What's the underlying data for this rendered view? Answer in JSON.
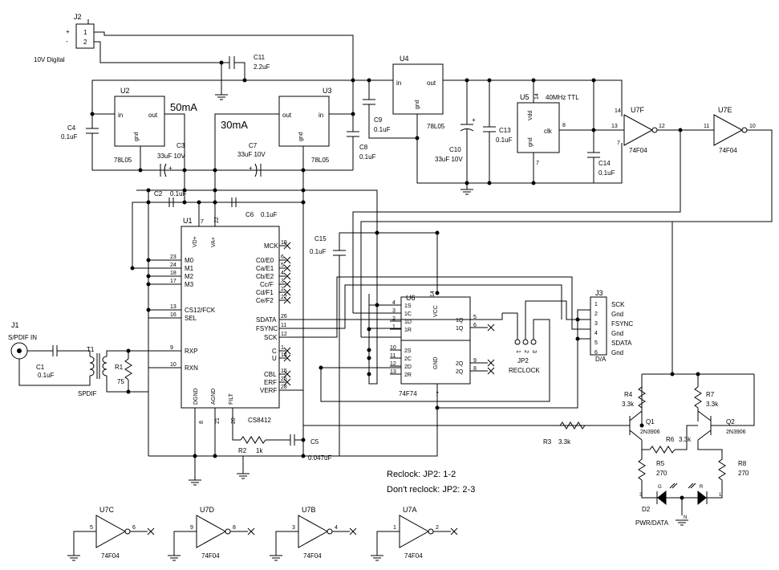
{
  "connectors": {
    "j1": {
      "ref": "J1",
      "label": "S/PDIF IN"
    },
    "j2": {
      "ref": "J2",
      "pins": [
        "1",
        "2"
      ],
      "polarity": [
        "+",
        "-"
      ],
      "label": "10V Digital"
    },
    "j3": {
      "ref": "J3",
      "label": "D/A",
      "pins": [
        "1",
        "2",
        "3",
        "4",
        "5",
        "6"
      ],
      "signals": [
        "SCK",
        "Gnd",
        "FSYNC",
        "Gnd",
        "SDATA",
        "Gnd"
      ]
    },
    "jp2": {
      "ref": "JP2",
      "label": "RECLOCK",
      "pins": [
        "1",
        "2",
        "3"
      ]
    }
  },
  "regulators": {
    "u2": {
      "ref": "U2",
      "part": "78L05",
      "in": "in",
      "out": "out",
      "gnd": "gnd",
      "current": "50mA"
    },
    "u3": {
      "ref": "U3",
      "part": "78L05",
      "in": "in",
      "out": "out",
      "gnd": "gnd",
      "current": "30mA"
    },
    "u4": {
      "ref": "U4",
      "part": "78L05",
      "in": "in",
      "out": "out",
      "gnd": "gnd"
    }
  },
  "oscillator": {
    "ref": "U5",
    "freq": "40MHz TTL",
    "vdd": "Vdd",
    "gnd": "gnd",
    "clk": "clk",
    "pin_vdd": "14",
    "pin_gnd": "7",
    "pin_clk": "8"
  },
  "u1": {
    "ref": "U1",
    "part": "CS8412",
    "top_pins": {
      "vd": "VD+",
      "vd_num": "7",
      "va": "VA+",
      "va_num": "22"
    },
    "left_pins": [
      {
        "name": "M0",
        "num": "23"
      },
      {
        "name": "M1",
        "num": "24"
      },
      {
        "name": "M2",
        "num": "18"
      },
      {
        "name": "M3",
        "num": "17"
      },
      {
        "name": "CS12/FCK",
        "num": "13"
      },
      {
        "name": "SEL",
        "num": "16"
      },
      {
        "name": "RXP",
        "num": "9"
      },
      {
        "name": "RXN",
        "num": "10"
      }
    ],
    "right_pins": [
      {
        "name": "MCK",
        "num": "19"
      },
      {
        "name": "C0/E0",
        "num": "6"
      },
      {
        "name": "Ca/E1",
        "num": "5"
      },
      {
        "name": "Cb/E2",
        "num": "4"
      },
      {
        "name": "Cc/F",
        "num": "3"
      },
      {
        "name": "Cd/F1",
        "num": "2"
      },
      {
        "name": "Ce/F2",
        "num": "27"
      },
      {
        "name": "SDATA",
        "num": "26"
      },
      {
        "name": "FSYNC",
        "num": "11"
      },
      {
        "name": "SCK",
        "num": "12"
      },
      {
        "name": "C",
        "num": "1"
      },
      {
        "name": "U",
        "num": "14"
      },
      {
        "name": "CBL",
        "num": "15"
      },
      {
        "name": "ERF",
        "num": "25"
      },
      {
        "name": "VERF",
        "num": "28"
      }
    ],
    "bottom_pins": {
      "dgnd": "DGND",
      "dgnd_num": "8",
      "agnd": "AGND",
      "agnd_num": "21",
      "filt": "FILT",
      "filt_num": "20"
    }
  },
  "u6": {
    "ref": "U6",
    "part": "74F74",
    "vcc": "VCC",
    "gnd": "GND",
    "vcc_num": "14",
    "gnd_num": "7",
    "left1": [
      {
        "name": "1S",
        "num": "4"
      },
      {
        "name": "1C",
        "num": "3"
      },
      {
        "name": "1D",
        "num": "2"
      },
      {
        "name": "1R",
        "num": "1"
      }
    ],
    "left2": [
      {
        "name": "2S",
        "num": "10"
      },
      {
        "name": "2C",
        "num": "11"
      },
      {
        "name": "2D",
        "num": "12"
      },
      {
        "name": "2R",
        "num": "13"
      }
    ],
    "right1": [
      {
        "name": "1Q",
        "num": "5"
      },
      {
        "name": "1Q",
        "num": "6"
      }
    ],
    "right2": [
      {
        "name": "2Q",
        "num": "9"
      },
      {
        "name": "2Q",
        "num": "8"
      }
    ]
  },
  "inverters": {
    "u7f": {
      "ref": "U7F",
      "part": "74F04",
      "in": "13",
      "out": "12",
      "vcc": "14",
      "gnd": "7"
    },
    "u7e": {
      "ref": "U7E",
      "part": "74F04",
      "in": "11",
      "out": "10"
    },
    "u7c": {
      "ref": "U7C",
      "part": "74F04",
      "in": "5",
      "out": "6"
    },
    "u7d": {
      "ref": "U7D",
      "part": "74F04",
      "in": "9",
      "out": "8"
    },
    "u7b": {
      "ref": "U7B",
      "part": "74F04",
      "in": "3",
      "out": "4"
    },
    "u7a": {
      "ref": "U7A",
      "part": "74F04",
      "in": "1",
      "out": "2"
    }
  },
  "capacitors": {
    "c1": {
      "ref": "C1",
      "value": "0.1uF"
    },
    "c2": {
      "ref": "C2",
      "value": "0.1uF"
    },
    "c3": {
      "ref": "C3",
      "value": "33uF 10V",
      "pol": "+"
    },
    "c4": {
      "ref": "C4",
      "value": "0.1uF"
    },
    "c5": {
      "ref": "C5",
      "value": "0.047uF"
    },
    "c6": {
      "ref": "C6",
      "value": "0.1uF"
    },
    "c7": {
      "ref": "C7",
      "value": "33uF 10V",
      "pol": "+"
    },
    "c8": {
      "ref": "C8",
      "value": "0.1uF"
    },
    "c9": {
      "ref": "C9",
      "value": "0.1uF"
    },
    "c10": {
      "ref": "C10",
      "value": "33uF 10V",
      "pol": "+"
    },
    "c11": {
      "ref": "C11",
      "value": "2.2uF"
    },
    "c13": {
      "ref": "C13",
      "value": "0.1uF"
    },
    "c14": {
      "ref": "C14",
      "value": "0.1uF"
    },
    "c15": {
      "ref": "C15",
      "value": "0.1uF"
    }
  },
  "resistors": {
    "r1": {
      "ref": "R1",
      "value": "75"
    },
    "r2": {
      "ref": "R2",
      "value": "1k"
    },
    "r3": {
      "ref": "R3",
      "value": "3.3k"
    },
    "r4": {
      "ref": "R4",
      "value": "3.3k"
    },
    "r5": {
      "ref": "R5",
      "value": "270"
    },
    "r6": {
      "ref": "R6",
      "value": "3.3k"
    },
    "r7": {
      "ref": "R7",
      "value": "3.3k"
    },
    "r8": {
      "ref": "R8",
      "value": "270"
    }
  },
  "transformer": {
    "ref": "T1",
    "label": "SPDIF"
  },
  "transistors": {
    "q1": {
      "ref": "Q1",
      "part": "2N3906"
    },
    "q2": {
      "ref": "Q2",
      "part": "2N3906"
    }
  },
  "led": {
    "ref": "D2",
    "label": "PWR/DATA",
    "g": "G",
    "r": "R",
    "pin3": "3",
    "pin1": "1",
    "pinN": "N"
  },
  "notes": {
    "line1": "Reclock: JP2: 1-2",
    "line2": "Don't reclock: JP2: 2-3"
  }
}
